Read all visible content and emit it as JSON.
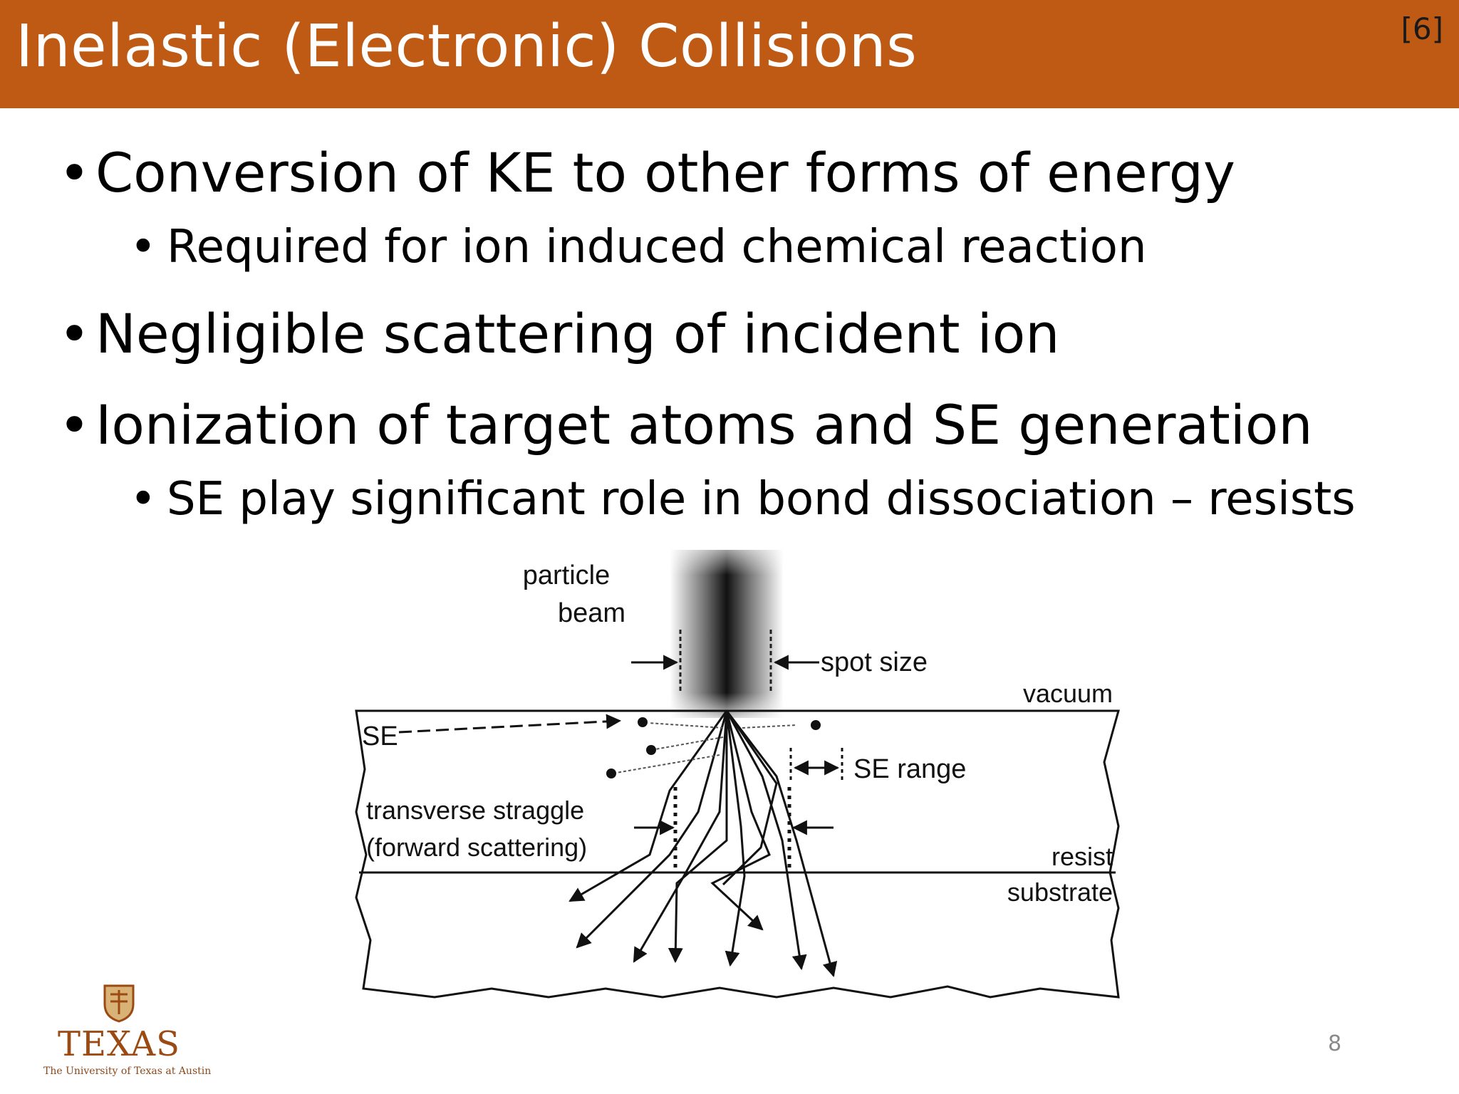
{
  "slide": {
    "title": "Inelastic (Electronic) Collisions",
    "reference": "[6]",
    "page_number": "8"
  },
  "bullets": [
    {
      "level": 1,
      "text": "Conversion of KE to other forms of energy"
    },
    {
      "level": 2,
      "text": "Required for ion induced chemical reaction"
    },
    {
      "level": 1,
      "text": "Negligible scattering of incident ion"
    },
    {
      "level": 1,
      "text": "Ionization of target atoms and SE generation"
    },
    {
      "level": 2,
      "text": "SE play significant role in bond dissociation – resists"
    }
  ],
  "figure": {
    "labels": {
      "particle_line1": "particle",
      "particle_line2": "beam",
      "spot_size": "spot size",
      "vacuum": "vacuum",
      "se": "SE",
      "se_range": "SE range",
      "straggle_line1": "transverse straggle",
      "straggle_line2": "(forward scattering)",
      "resist": "resist",
      "substrate": "substrate"
    }
  },
  "logo": {
    "word": "TEXAS",
    "subtitle": "The University of Texas at Austin"
  },
  "colors": {
    "title_bar": "#bf5a14",
    "title_text": "#ffffff",
    "logo_color": "#9a4a12"
  }
}
